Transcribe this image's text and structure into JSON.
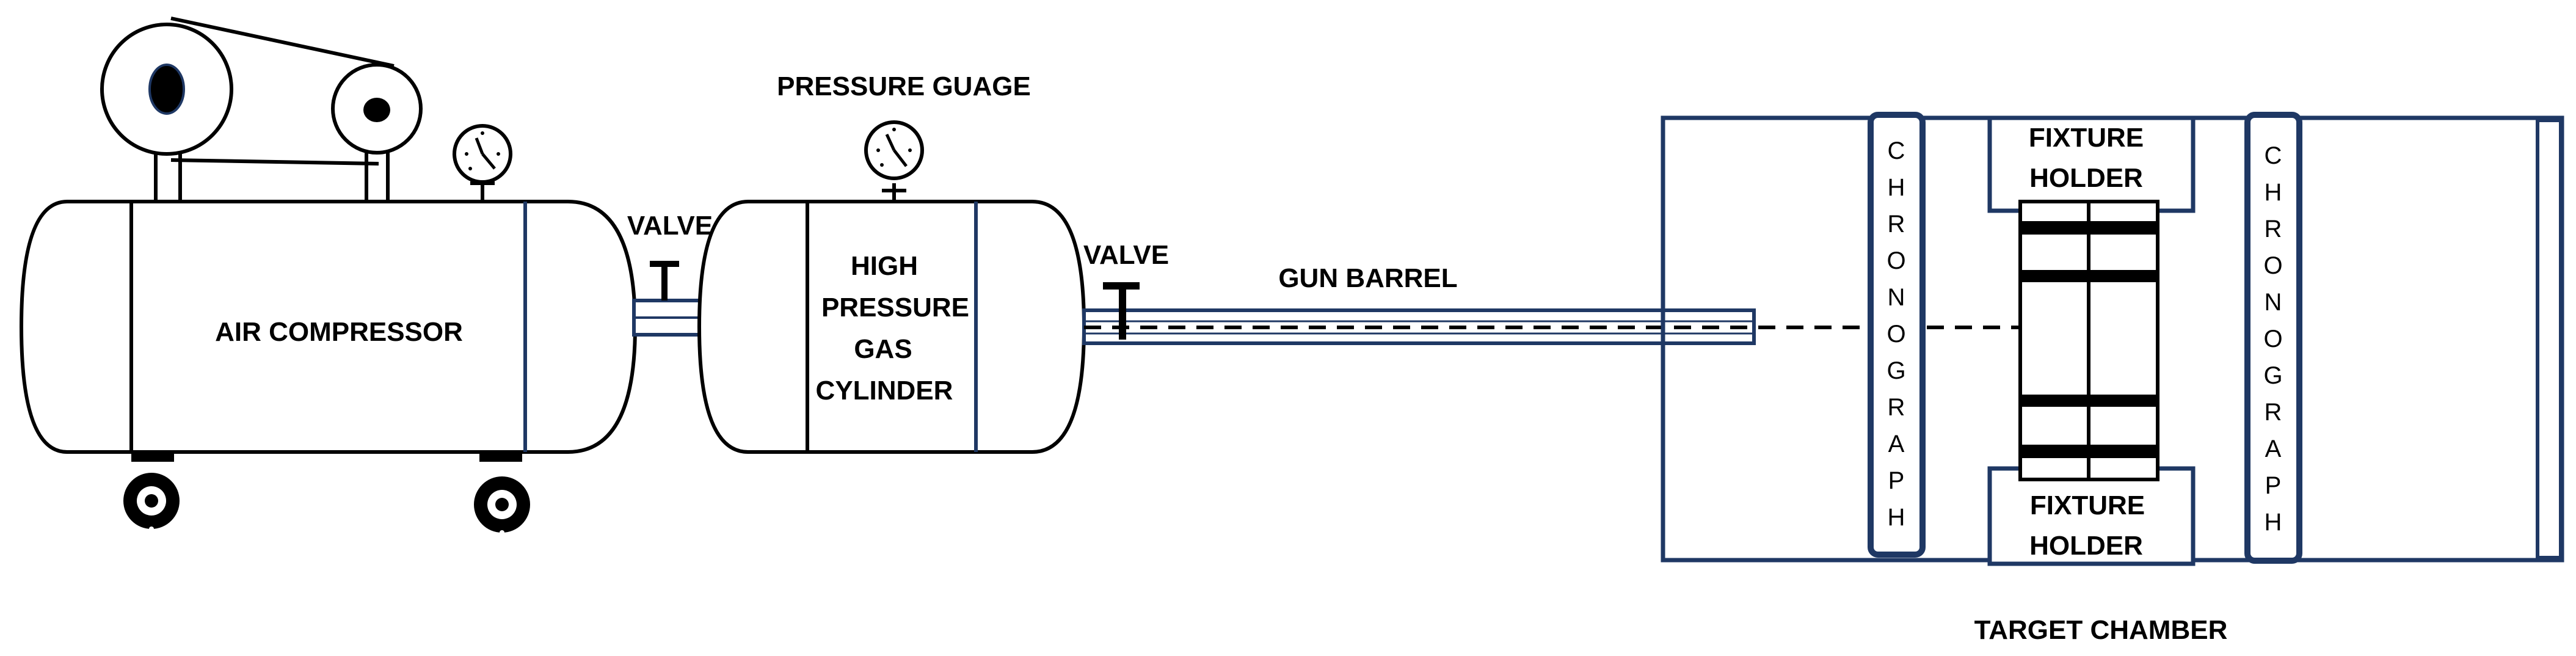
{
  "labels": {
    "air_compressor": "AIR COMPRESSOR",
    "valve_1": "VALVE",
    "pressure_gauge": "PRESSURE GUAGE",
    "gas_cylinder_line1": "HIGH",
    "gas_cylinder_line2": "PRESSURE",
    "gas_cylinder_line3": "GAS",
    "gas_cylinder_line4": "CYLINDER",
    "valve_2": "VALVE",
    "gun_barrel": "GUN BARREL",
    "fixture_holder_top_line1": "FIXTURE",
    "fixture_holder_top_line2": "HOLDER",
    "fixture_holder_bottom_line1": "FIXTURE",
    "fixture_holder_bottom_line2": "HOLDER",
    "chronograph_left": "CHRONOGRAPH",
    "chronograph_right": "CHRONOGRAPH",
    "target_chamber": "TARGET CHAMBER"
  },
  "colors": {
    "outline": "#000000",
    "frame": "#1f3864",
    "background": "#ffffff"
  }
}
